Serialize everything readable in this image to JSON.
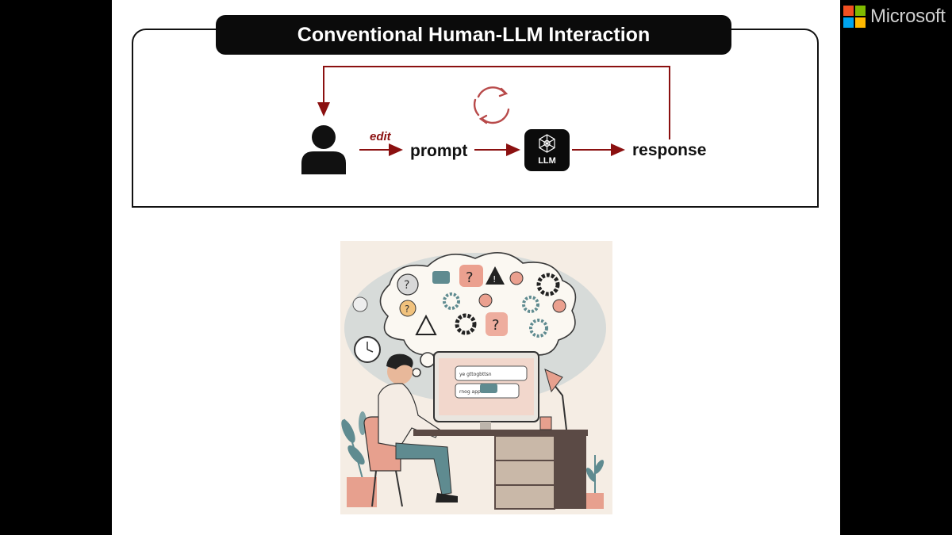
{
  "brand": {
    "name": "Microsoft",
    "colors": [
      "#f25022",
      "#7fba00",
      "#00a4ef",
      "#ffb900"
    ]
  },
  "title": "Conventional Human-LLM Interaction",
  "flow": {
    "edit_label": "edit",
    "prompt_label": "prompt",
    "llm_label": "LLM",
    "response_label": "response"
  },
  "colors": {
    "accent": "#8b1010",
    "dark": "#0b0b0b"
  },
  "icons": {
    "user": "user-icon",
    "cycle": "refresh-cycle-icon",
    "llm": "network-icon"
  },
  "illustration": {
    "screen_lines": [
      "ye gttogbttsn",
      "rnog apprrnel"
    ]
  }
}
